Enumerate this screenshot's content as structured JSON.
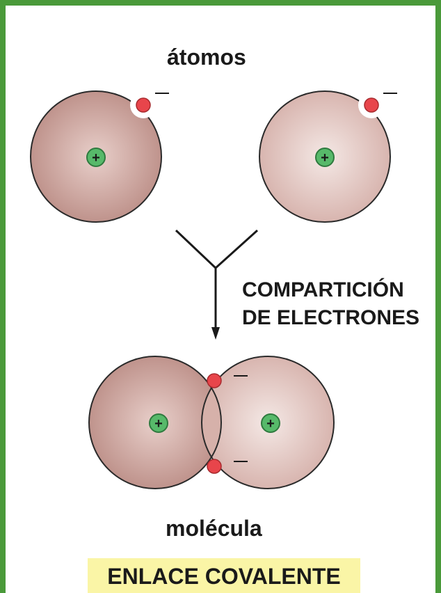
{
  "diagram": {
    "atoms_label": "átomos",
    "process_label_line1": "COMPARTICIÓN",
    "process_label_line2": "DE ELECTRONES",
    "molecule_label": "molécula",
    "bond_label": "ENLACE COVALENTE",
    "nucleus_symbol": "+",
    "electron_symbol": "−"
  },
  "colors": {
    "frame": "#4a9a3a",
    "atom_left_edge": "#c29790",
    "atom_left_center": "#e8cfca",
    "atom_right_edge": "#dbb9b3",
    "atom_right_center": "#f3e6e3",
    "nucleus_fill": "#57b96a",
    "nucleus_stroke": "#2f7a3f",
    "electron_fill": "#e8454b",
    "banner": "#faf5a6"
  }
}
